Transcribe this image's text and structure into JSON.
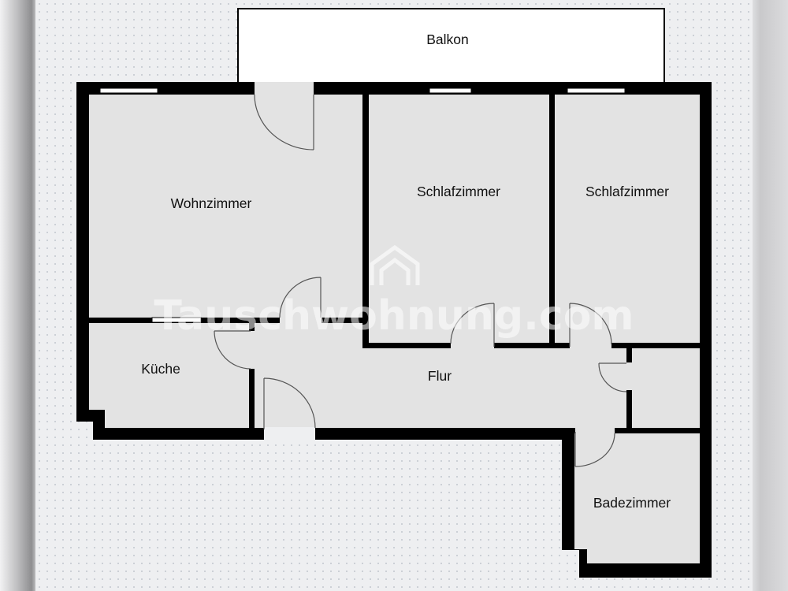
{
  "plan": {
    "rooms": {
      "balcony": "Balkon",
      "living": "Wohnzimmer",
      "bedroom1": "Schlafzimmer",
      "bedroom2": "Schlafzimmer",
      "kitchen": "Küche",
      "hallway": "Flur",
      "bathroom": "Badezimmer"
    },
    "watermark": "Tauschwohnung.com"
  },
  "colors": {
    "wall": "#000000",
    "room_fill": "#e3e3e3",
    "balcony_fill": "#ffffff",
    "background": "#eeeff1"
  }
}
